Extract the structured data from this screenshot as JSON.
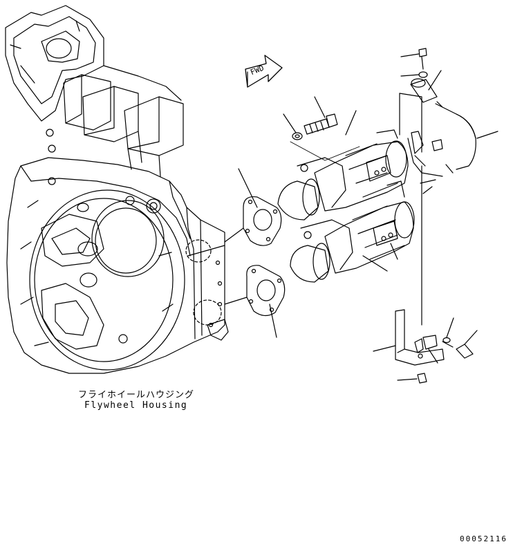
{
  "direction_marker": {
    "label": "FWD"
  },
  "caption": {
    "japanese": "フライホイールハウジング",
    "english": "Flywheel Housing"
  },
  "drawing_number": "00052116",
  "colors": {
    "line": "#000000",
    "background": "#ffffff"
  }
}
